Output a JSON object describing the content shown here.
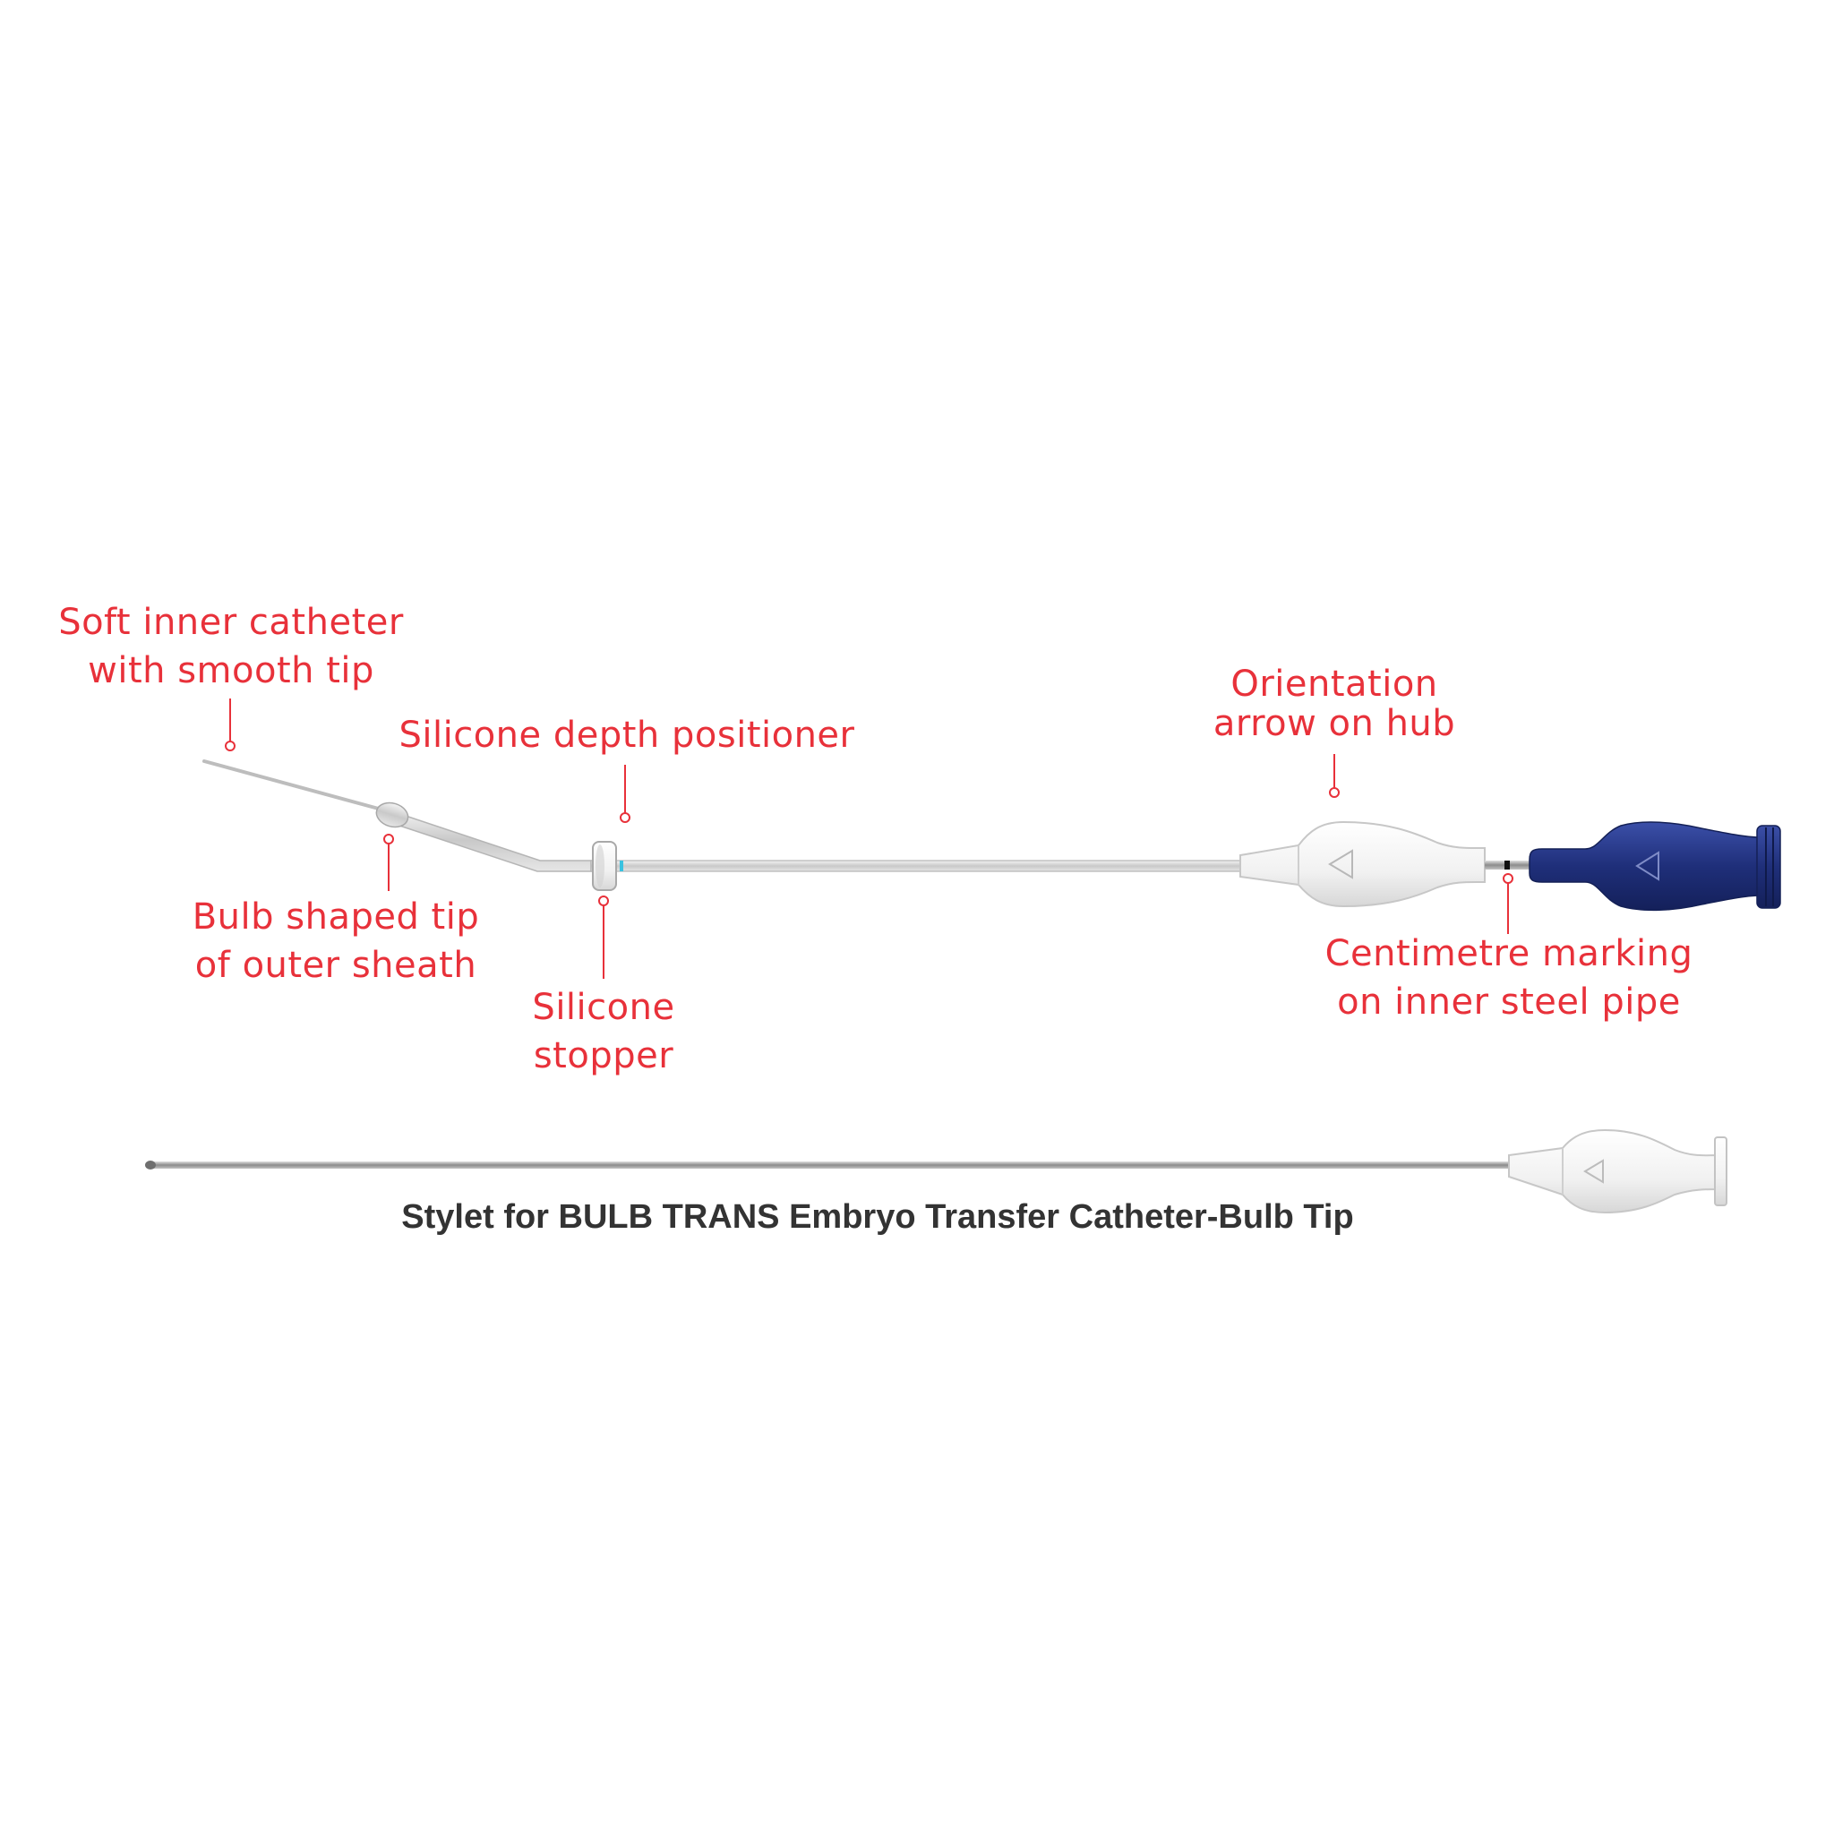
{
  "labels": {
    "soft_inner_catheter": [
      "Soft inner catheter",
      "with smooth tip"
    ],
    "bulb_shaped_tip": [
      "Bulb shaped tip",
      "of outer sheath"
    ],
    "silicone_depth_positioner": [
      "Silicone depth positioner"
    ],
    "silicone_stopper": [
      "Silicone",
      "stopper"
    ],
    "orientation_arrow": [
      "Orientation",
      "arrow on hub"
    ],
    "centimetre_marking": [
      "Centimetre marking",
      "on inner steel pipe"
    ]
  },
  "caption": "Stylet for BULB TRANS Embryo Transfer Catheter-Bulb Tip",
  "colors": {
    "label_red": "#e8313a",
    "hub_navy": "#1f2f7a",
    "caption_gray": "#333333"
  }
}
